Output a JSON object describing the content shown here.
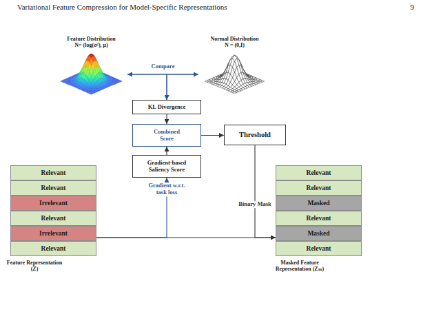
{
  "diagram": {
    "nodes": [
      {
        "text": [
          "Feature Distribution",
          "N= (log(σ²), μ)"
        ]
      },
      {
        "text": [
          "Normal Distribution",
          "N = (0,I)"
        ]
      },
      {
        "text": [
          "KL Divergence"
        ]
      },
      {
        "text": [
          "Combined Score"
        ]
      },
      {
        "text": [
          "Gradient-based Saliency Score"
        ]
      },
      {
        "text": [
          "Threshold"
        ]
      },
      {
        "text": [
          "Feature Representation (Z)"
        ]
      },
      {
        "text": [
          "Relevant"
        ],
        "in": 6
      },
      {
        "text": [
          "Relevant"
        ],
        "in": 6
      },
      {
        "text": [
          "Irrelevant"
        ],
        "in": 6
      },
      {
        "text": [
          "Relevant"
        ],
        "in": 6
      },
      {
        "text": [
          "Irrelevant"
        ],
        "in": 6
      },
      {
        "text": [
          "Relevant"
        ],
        "in": 6
      },
      {
        "text": [
          "Masked Feature Representation (Zₘ)"
        ]
      },
      {
        "text": [
          "Relevant"
        ],
        "in": 13
      },
      {
        "text": [
          "Relevant"
        ],
        "in": 13
      },
      {
        "text": [
          "Masked"
        ],
        "in": 13
      },
      {
        "text": [
          "Relevant"
        ],
        "in": 13
      },
      {
        "text": [
          "Masked"
        ],
        "in": 13
      },
      {
        "text": [
          "Relevant"
        ],
        "in": 13
      }
    ],
    "edges": [
      {
        "from": 0,
        "to": 1,
        "arrow": "both",
        "label": "Compare"
      },
      {
        "from": 0,
        "to": 2,
        "arrow": "to"
      },
      {
        "from": 1,
        "to": 2,
        "arrow": "to"
      },
      {
        "from": 2,
        "to": 3,
        "arrow": "to"
      },
      {
        "from": 4,
        "to": 3,
        "arrow": "to"
      },
      {
        "from": 3,
        "to": 5,
        "arrow": "to"
      },
      {
        "from": 6,
        "to": 4,
        "arrow": "to",
        "label": "Gradient w.r.t. task loss"
      },
      {
        "from": 6,
        "to": 13,
        "arrow": "none"
      },
      {
        "from": 5,
        "to": 13,
        "arrow": "to",
        "label": "Binary Mask"
      }
    ],
    "labels": [
      "Variational Feature Compression for Model-Specific Representations",
      "9"
    ]
  }
}
